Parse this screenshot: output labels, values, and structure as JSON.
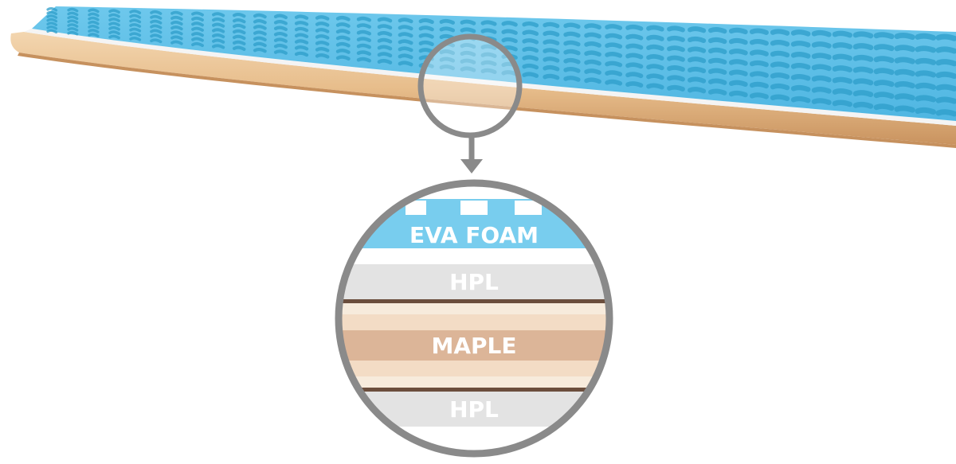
{
  "layers": [
    {
      "label": "EVA FOAM",
      "color": "#78cdee"
    },
    {
      "label": "HPL",
      "color": "#e3e3e3"
    },
    {
      "label": "MAPLE",
      "color": "#dcb598"
    },
    {
      "label": "HPL",
      "color": "#e3e3e3"
    }
  ],
  "colors": {
    "foam_top": "#7fd0f0",
    "foam_shadow": "#2e9ec9",
    "wood": "#e9c293",
    "wood_edge": "#c99a66",
    "ring": "#8a8a8a",
    "divider": "#6b4e3d",
    "maple_light": "#f3dcc5"
  }
}
